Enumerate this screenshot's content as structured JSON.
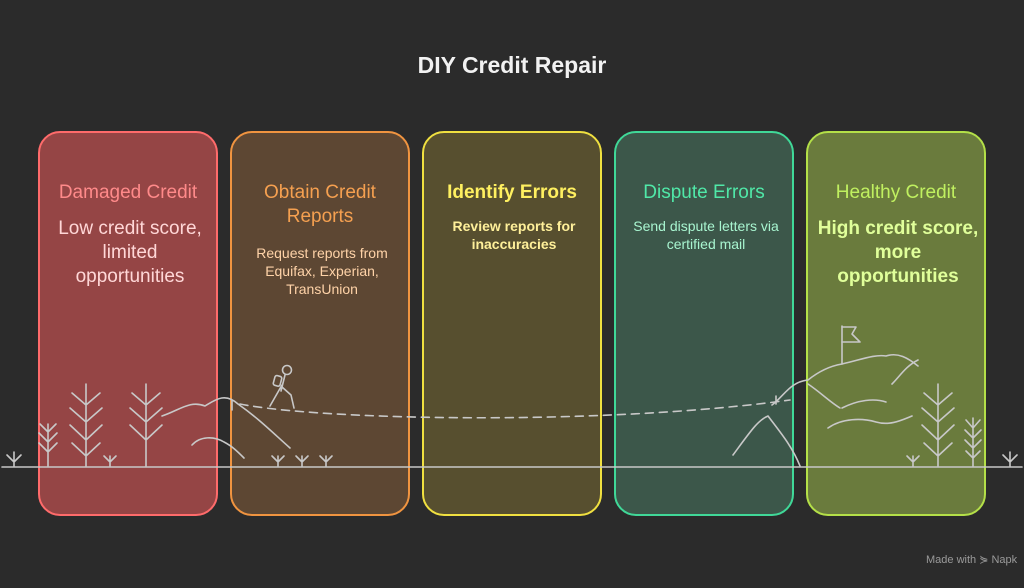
{
  "title": "DIY Credit Repair",
  "stages": [
    {
      "title": "Damaged Credit",
      "description": "Low credit score, limited opportunities",
      "accent": "#ff6b6b",
      "fill": "#954545",
      "desc_color": "#ffd7d7"
    },
    {
      "title": "Obtain Credit Reports",
      "description": "Request reports from Equifax, Experian, TransUnion",
      "accent": "#f09440",
      "fill": "#5d4733",
      "desc_color": "#ffd3a8"
    },
    {
      "title": "Identify Errors",
      "description": "Review reports for inaccuracies",
      "accent": "#f0e040",
      "fill": "#574f2f",
      "desc_color": "#fff09a"
    },
    {
      "title": "Dispute Errors",
      "description": "Send dispute letters via certified mail",
      "accent": "#40d898",
      "fill": "#3c574a",
      "desc_color": "#a8f5d0"
    },
    {
      "title": "Healthy Credit",
      "description": "High credit score, more opportunities",
      "accent": "#b4e048",
      "fill": "#6a7b3d",
      "desc_color": "#e0ff9a"
    }
  ],
  "footer": "Made with ⋟ Napk"
}
